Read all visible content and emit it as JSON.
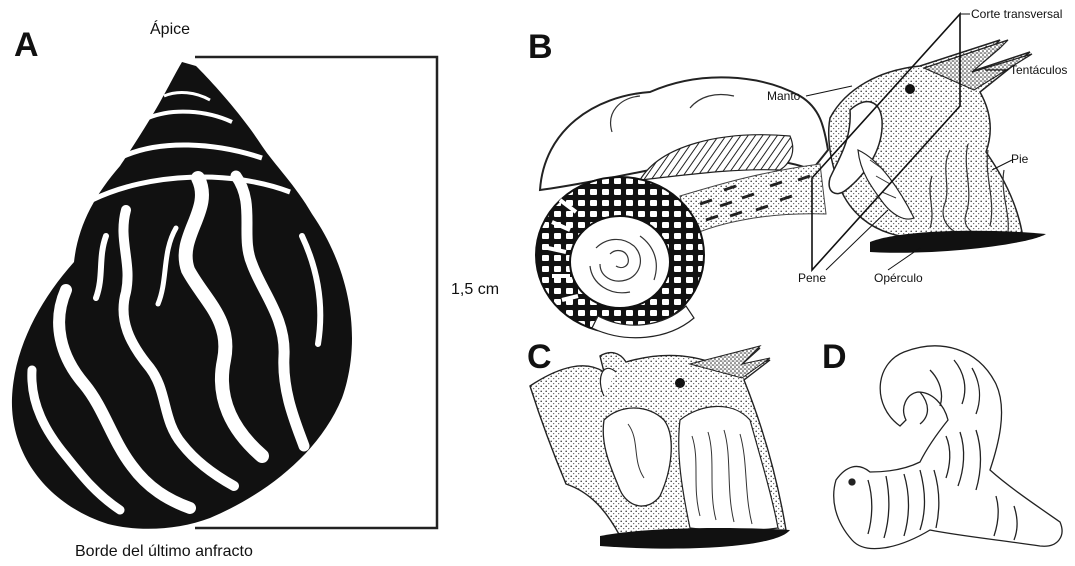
{
  "panels": {
    "a": {
      "letter": "A",
      "apex_label": "Ápice",
      "size_label": "1,5 cm",
      "edge_label": "Borde del último anfracto"
    },
    "b": {
      "letter": "B",
      "labels": {
        "section": "Corte transversal",
        "tentacles": "Tentáculos",
        "mantle": "Manto",
        "foot": "Pie",
        "penis": "Pene",
        "operculum": "Opérculo"
      }
    },
    "c": {
      "letter": "C"
    },
    "d": {
      "letter": "D"
    }
  },
  "colors": {
    "ink": "#111111",
    "paper": "#ffffff",
    "stipple": "#5a5a5a"
  }
}
